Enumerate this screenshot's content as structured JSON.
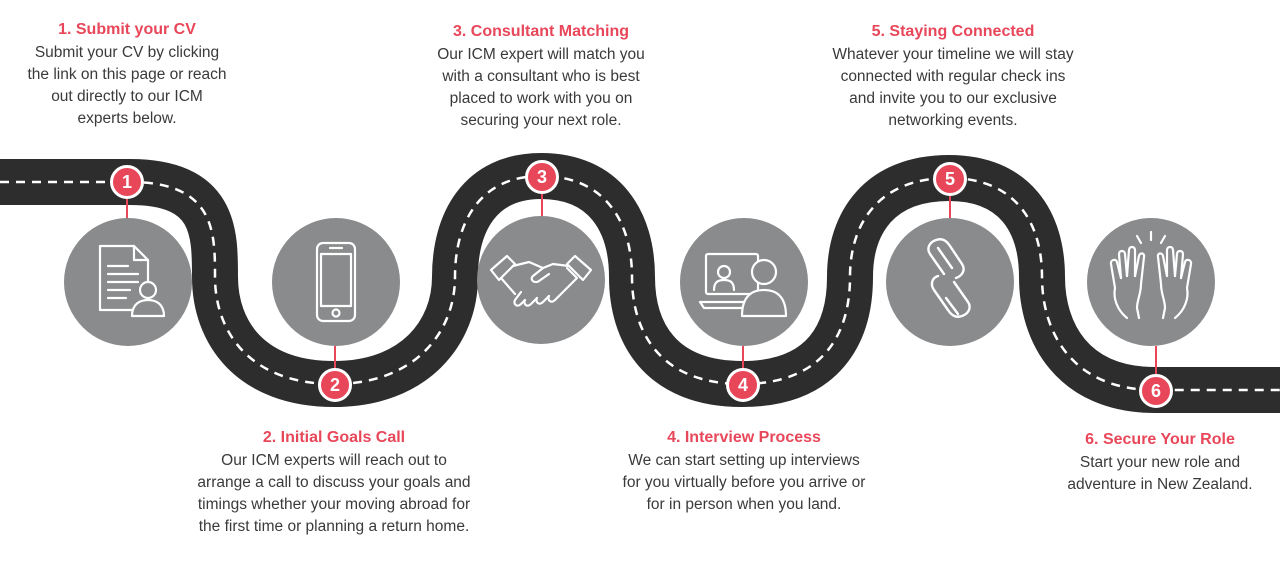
{
  "colors": {
    "accent": "#e8475a",
    "road": "#2d2d2d",
    "circle": "#8a8b8c",
    "text": "#3a3a3a",
    "icon_stroke": "#ffffff"
  },
  "steps": [
    {
      "number": "1",
      "title": "1. Submit your CV",
      "description": "Submit your CV by clicking\nthe link on this page or reach\nout directly to our ICM\nexperts below.",
      "icon": "cv-document-icon"
    },
    {
      "number": "2",
      "title": "2. Initial Goals Call",
      "description": "Our ICM experts will reach out to\narrange a call to discuss your goals and\ntimings whether your moving abroad for\nthe first time or planning a return home.",
      "icon": "smartphone-icon"
    },
    {
      "number": "3",
      "title": "3. Consultant Matching",
      "description": "Our ICM expert will match you\nwith a consultant who is best\nplaced to work with you on\nsecuring your next role.",
      "icon": "handshake-icon"
    },
    {
      "number": "4",
      "title": "4. Interview Process",
      "description": "We can start setting up interviews\nfor you virtually before you arrive or\nfor in person when you land.",
      "icon": "video-interview-icon"
    },
    {
      "number": "5",
      "title": "5. Staying Connected",
      "description": "Whatever your timeline we will stay\nconnected with regular check ins\nand invite you to our exclusive\nnetworking events.",
      "icon": "chain-link-icon"
    },
    {
      "number": "6",
      "title": "6. Secure Your Role",
      "description": "Start your new role and\nadventure in New Zealand.",
      "icon": "high-five-icon"
    }
  ]
}
